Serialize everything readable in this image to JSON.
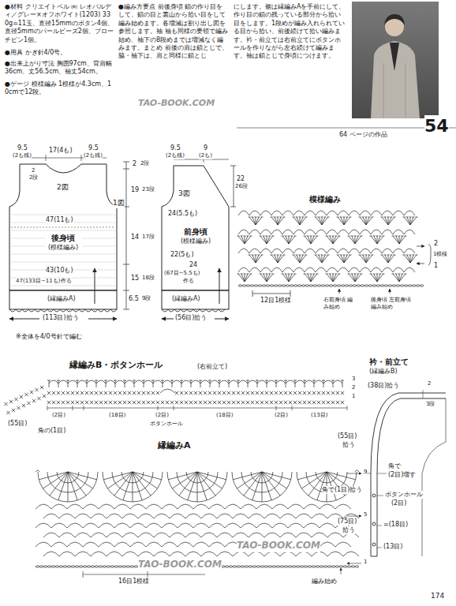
{
  "diagram": {
    "nodes": [
      {
        "text": [
          "後身頃",
          "(模様編み)"
        ]
      },
      {
        "text": [
          "前身頃",
          "(模様編み)"
        ]
      }
    ],
    "labels": [
      "●材料 クリエイトベル ㈱ レオパルディ／グレー×オフホワイト(1203) 330g=11玉、直径15mmのボタン4個、直径5mmのパールビーズ2個、ブローチピン1個。",
      "●用具 かぎ針4/0号。",
      "●出来上がり寸法 胸囲97cm、背肩幅36cm、丈56.5cm、袖丈54cm。",
      "●ゲージ 模様編み 1模様が4.3cm、10cmで12段。",
      "●編み方要点 前後身頃 鎖の作り目をして、鎖の目と裏山から拾い目をして編み始めます。各増減は割り出し図を参照します。袖 袖も同様の要領で編み始め、袖下の8段めまでは増減なく編みます。まとめ 前後の肩は鎖とじで、脇・袖下は、肩と同様に鎖とじ",
      "にします。裾は縁編みAを手前にして、作り目の鎖の残っている部分から拾い目をします。1段めが編み入れられている目から拾い、前後続けて拾い編みます。衿・前立ては右前立てにボタンホールを作りながら左右続けて編みます。袖は鎖とじで身頃につけます。",
      "64 ページの作品",
      "54",
      "TAO-BOOK.COM",
      "TAO-BOOK.COM",
      "TAO-BOOK.COM",
      "9.5",
      "(2も残)",
      "17(4も)",
      "9.5",
      "(2も残)",
      "2図",
      "2",
      "2段",
      "1図",
      "47(11も)",
      "43(10も)",
      "47(133目−11も)作る",
      "(縁編みA)",
      "(113目)拾う",
      "※全体を4/0号針で編む",
      "9.5",
      "(2も残)",
      "9",
      "(2も)",
      "3図",
      "22",
      "26段",
      "2",
      "2段",
      "19",
      "23段",
      "14",
      "17段",
      "15",
      "18段",
      "6.5",
      "9段",
      "24(5.5も)",
      "22(5も)",
      "24",
      "(67目−5.5も)",
      "作る",
      "(縁編みA)",
      "(56目)拾う",
      "模様編み",
      "2",
      "1模様",
      "1",
      "12目1模様",
      "右前身頃 編み始め",
      "後身頃 左前身頃 編み始め",
      "縁編みB・ボタンホール",
      "(右前立て)",
      "(55目)",
      "角の(1目)",
      "(2目)",
      "(18目)",
      "(2目)",
      "ボタンホール",
      "(18目)",
      "(2目)",
      "(13目)",
      "3",
      "2",
      "1",
      "縁編みA",
      "9",
      "5",
      "1",
      "16目1模様",
      "編み始め",
      "衿・前立て",
      "(縁編みB)",
      "(38目)拾う",
      "2",
      "3段",
      "(55目)",
      "拾う",
      "角で",
      "(2目)増す",
      "角で(1目)拾う",
      "ボタンホール",
      "(2目)",
      "(75目)",
      "拾う",
      "=(18目)",
      "(13目)",
      "174"
    ]
  }
}
